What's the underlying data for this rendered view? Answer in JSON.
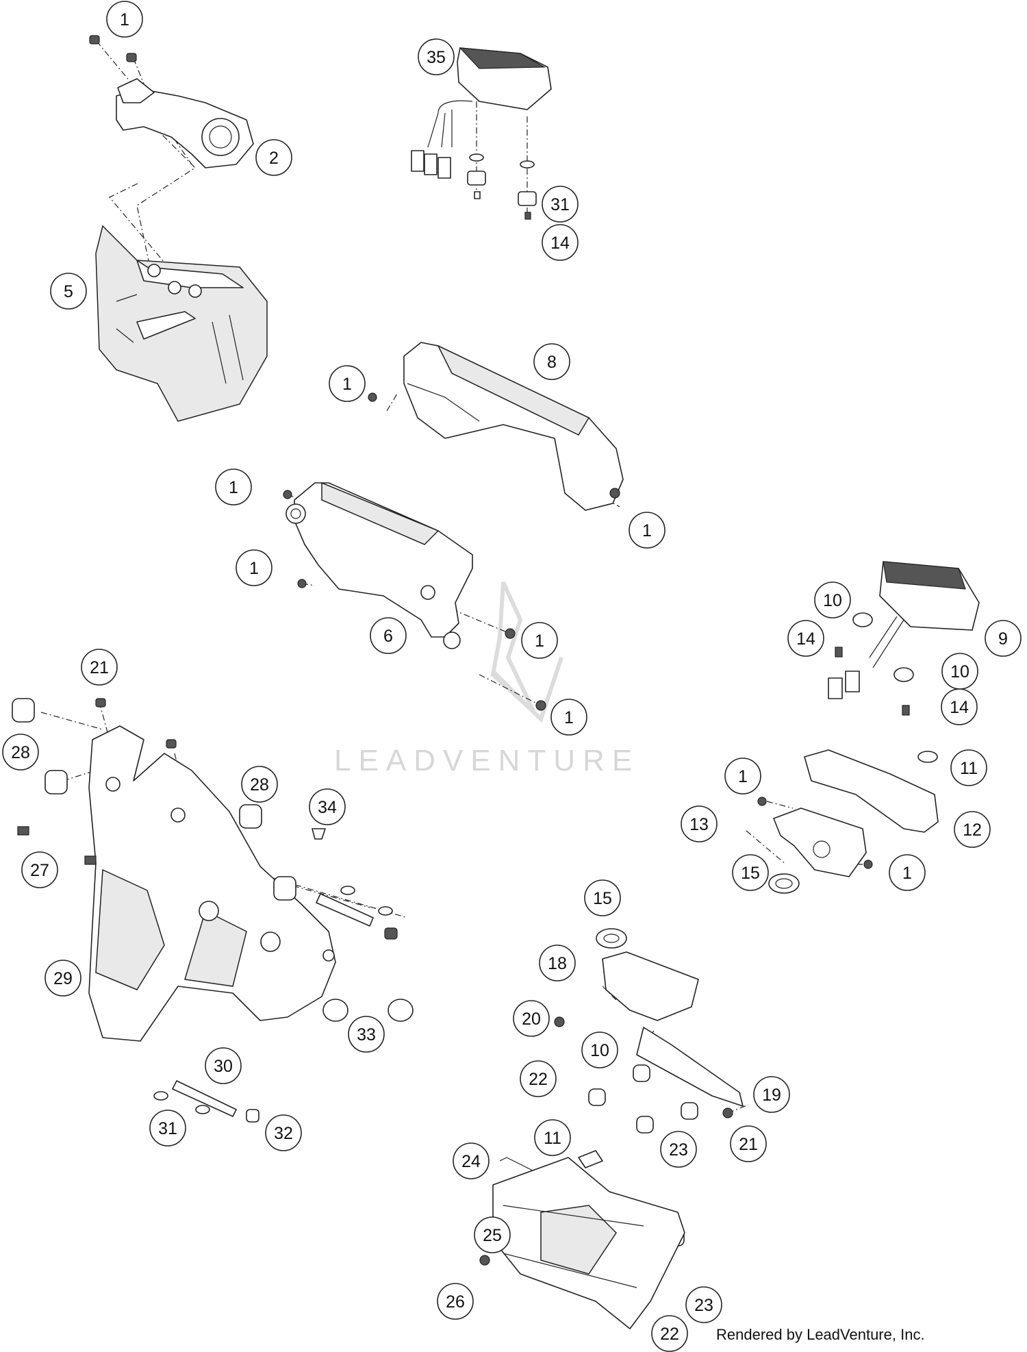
{
  "watermark": {
    "brand_text": "LEADVENTURE"
  },
  "credit": "Rendered by LeadVenture, Inc.",
  "callouts": [
    "1",
    "1",
    "1",
    "1",
    "1",
    "1",
    "1",
    "1",
    "1",
    "2",
    "5",
    "6",
    "8",
    "9",
    "10",
    "10",
    "10",
    "11",
    "11",
    "12",
    "13",
    "14",
    "14",
    "14",
    "15",
    "15",
    "18",
    "19",
    "20",
    "21",
    "21",
    "22",
    "22",
    "23",
    "23",
    "24",
    "25",
    "26",
    "27",
    "28",
    "28",
    "29",
    "30",
    "31",
    "31",
    "32",
    "33",
    "34",
    "35"
  ]
}
